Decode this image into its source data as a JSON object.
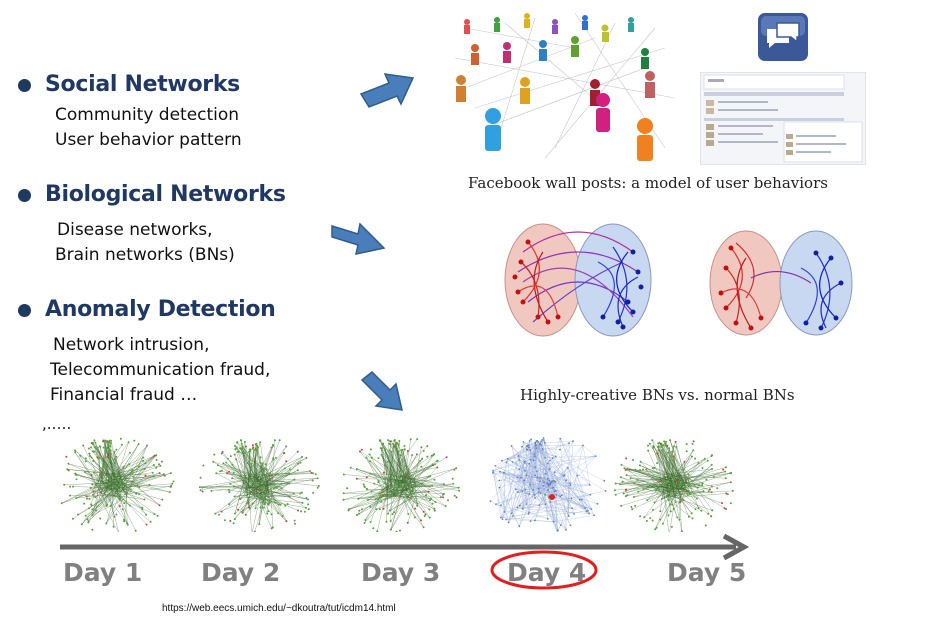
{
  "sections": [
    {
      "heading": "Social Networks",
      "items": [
        "Community detection",
        "User behavior pattern"
      ]
    },
    {
      "heading": "Biological Networks",
      "items": [
        "Disease networks,",
        "Brain networks (BNs)"
      ]
    },
    {
      "heading": "Anomaly Detection",
      "items": [
        "Network intrusion,",
        "Telecommunication fraud,",
        "Financial fraud …"
      ]
    }
  ],
  "ellipsis": ",.….",
  "captions": {
    "facebook": "Facebook wall posts: a model of user behaviors",
    "brain": "Highly-creative BNs vs. normal BNs"
  },
  "timeline": {
    "days": [
      "Day 1",
      "Day 2",
      "Day 3",
      "Day 4",
      "Day 5"
    ],
    "highlighted_day": "Day 4",
    "highlight_color": "#e02020"
  },
  "source_url": "https://web.eecs.umich.edu/~dkoutra/tut/icdm14.html",
  "colors": {
    "heading": "#1f3864",
    "arrow_fill": "#4a7ebb",
    "arrow_stroke": "#2f5d8a",
    "day_text": "#808080",
    "timeline_line": "#666666",
    "messenger_icon_bg": "#3b5998"
  },
  "icons": [
    "facebook-messenger-icon"
  ]
}
